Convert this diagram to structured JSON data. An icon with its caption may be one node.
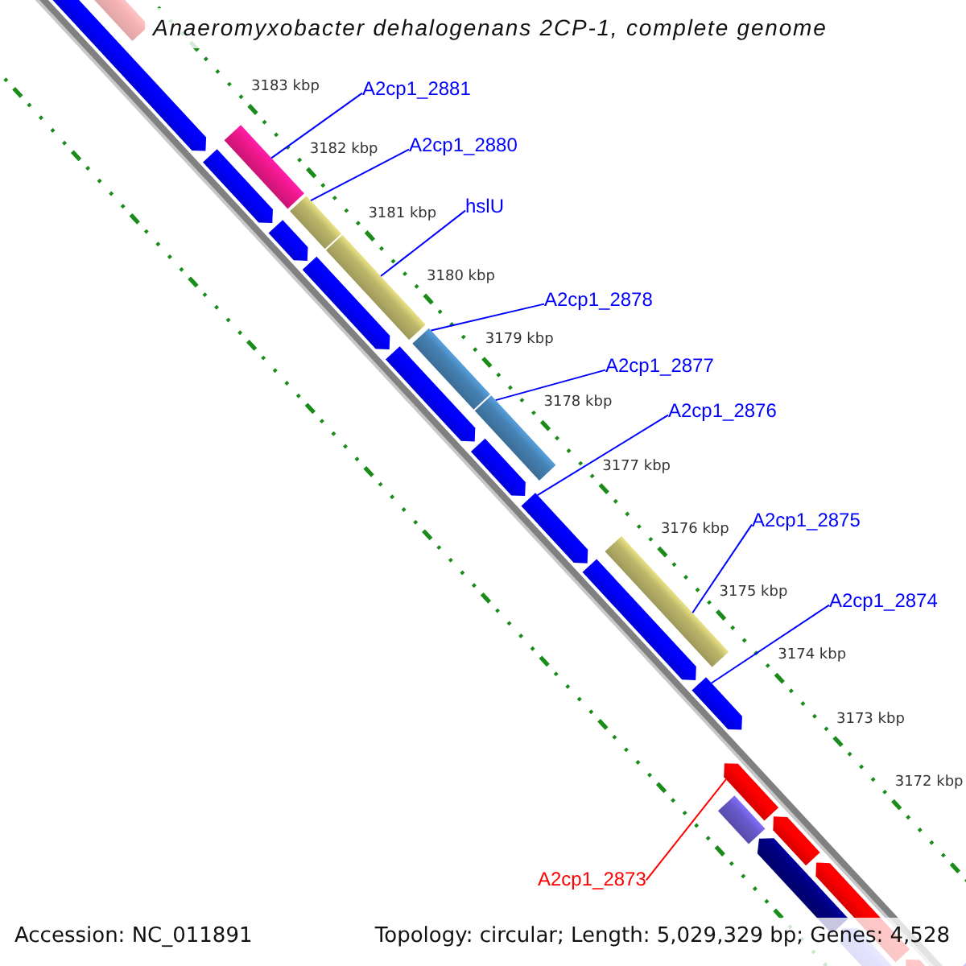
{
  "diagram": {
    "title": "Anaeromyxobacter dehalogenans 2CP-1, complete genome",
    "nodes": [
      {
        "text": [
          "A2cp1_2881"
        ]
      },
      {
        "text": [
          "A2cp1_2880"
        ]
      },
      {
        "text": [
          "hslU"
        ]
      },
      {
        "text": [
          "A2cp1_2878"
        ]
      },
      {
        "text": [
          "A2cp1_2877"
        ]
      },
      {
        "text": [
          "A2cp1_2876"
        ]
      },
      {
        "text": [
          "A2cp1_2875"
        ]
      },
      {
        "text": [
          "A2cp1_2874"
        ]
      },
      {
        "text": [
          "A2cp1_2873"
        ]
      },
      {
        "text": [],
        "shape": "bar"
      },
      {
        "text": [],
        "shape": "bar"
      },
      {
        "text": [],
        "shape": "bar"
      },
      {
        "text": [],
        "shape": "bar"
      },
      {
        "text": [],
        "shape": "bar"
      },
      {
        "text": [],
        "shape": "arrow"
      },
      {
        "text": [],
        "shape": "bar"
      },
      {
        "text": [],
        "shape": "arrow"
      },
      {
        "text": [],
        "shape": "arrow"
      }
    ],
    "edges": [
      {
        "from": 0,
        "to": 9,
        "arrow": "none"
      },
      {
        "from": 1,
        "to": 10,
        "arrow": "none"
      },
      {
        "from": 2,
        "to": 11,
        "arrow": "none"
      },
      {
        "from": 3,
        "to": 12,
        "arrow": "none"
      },
      {
        "from": 4,
        "to": 13,
        "arrow": "none"
      },
      {
        "from": 5,
        "to": 14,
        "arrow": "none"
      },
      {
        "from": 6,
        "to": 15,
        "arrow": "none"
      },
      {
        "from": 7,
        "to": 16,
        "arrow": "none"
      },
      {
        "from": 8,
        "to": 17,
        "arrow": "none",
        "color": "#ff0000"
      }
    ],
    "labels": [
      "3183 kbp",
      "3182 kbp",
      "3181 kbp",
      "3180 kbp",
      "3179 kbp",
      "3178 kbp",
      "3177 kbp",
      "3176 kbp",
      "3175 kbp",
      "3174 kbp",
      "3173 kbp",
      "3172 kbp",
      "Accession: NC_011891",
      "Topology: circular; Length: 5,029,329 bp; Genes: 4,528"
    ]
  }
}
